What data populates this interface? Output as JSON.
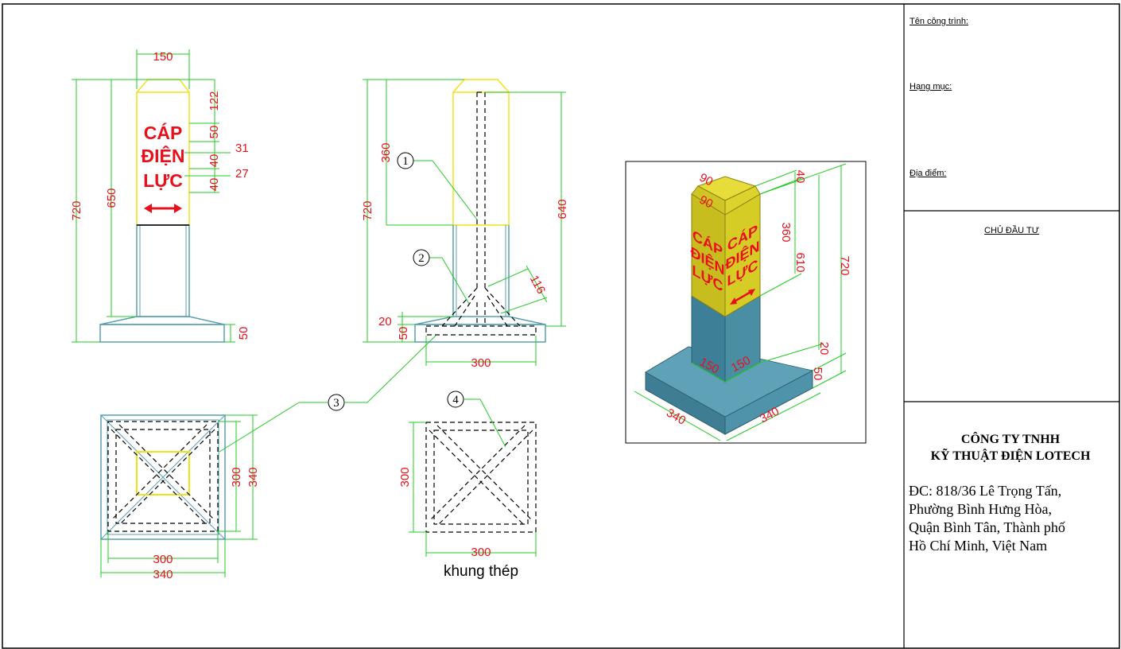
{
  "drawing": {
    "front_view": {
      "dims": {
        "top_width": "150",
        "total_height": "720",
        "post_height": "650",
        "d122": "122",
        "d50a": "50",
        "d31": "31",
        "d40a": "40",
        "d27": "27",
        "d40b": "40",
        "base_height": "50"
      },
      "sign_lines": [
        "CÁP",
        "ĐIỆN",
        "LỰC"
      ]
    },
    "side_view": {
      "dims": {
        "d360": "360",
        "d720": "720",
        "d640": "640",
        "d116": "116",
        "d20": "20",
        "d50": "50",
        "d300": "300"
      }
    },
    "plan_view": {
      "dims": {
        "d300v": "300",
        "d340v": "340",
        "d300h": "300",
        "d340h": "340"
      }
    },
    "frame_view": {
      "dims": {
        "d300v": "300",
        "d300h": "300"
      },
      "caption": "khung thép"
    },
    "callouts": [
      "1",
      "2",
      "3",
      "4"
    ],
    "iso_view": {
      "sign_lines": [
        "CÁP",
        "ĐIỆN",
        "LỰC"
      ],
      "dims": {
        "d90a": "90",
        "d90b": "90",
        "d40": "40",
        "d360": "360",
        "d610": "610",
        "d720": "720",
        "d20": "20",
        "d50": "50",
        "d150a": "150",
        "d150b": "150",
        "d340a": "340",
        "d340b": "340"
      }
    },
    "colors": {
      "dimension_line": "#22cc22",
      "dimension_text": "#e8101a",
      "sign_yellow": "#d9cf2a",
      "post_blue": "#3d8096"
    }
  },
  "title_block": {
    "project_label": "Tên công trình:",
    "category_label": "Hạng mục:",
    "location_label": "Địa điểm:",
    "owner_label": "CHỦ ĐẦU TƯ",
    "company_line1": "CÔNG TY TNHH",
    "company_line2": "KỸ THUẬT ĐIỆN LOTECH",
    "address_lines": [
      "ĐC: 818/36 Lê Trọng Tấn,",
      "Phường Bình Hưng Hòa,",
      "Quận Bình Tân, Thành phố",
      "Hồ Chí Minh, Việt Nam"
    ]
  }
}
